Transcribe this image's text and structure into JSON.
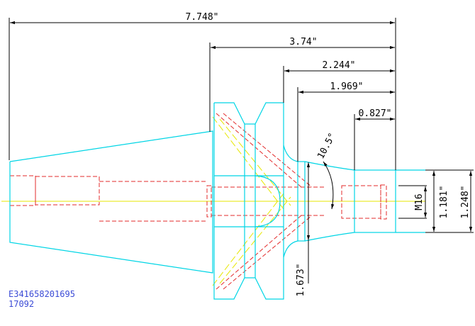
{
  "drawing": {
    "dimensions": {
      "overall_length": "7.748\"",
      "flange_to_end": "3.74\"",
      "collar_to_end": "2.244\"",
      "neck_to_end": "1.969\"",
      "nose_length": "0.827\"",
      "taper_angle": "10.5°",
      "neck_diameter": "1.673\"",
      "thread": "M16",
      "bore_diameter": "1.181\"",
      "nose_diameter": "1.248\""
    },
    "part_number": "E341658201695",
    "part_code": "17092",
    "colors": {
      "outline": "#00d5e5",
      "hidden": "#e32b2b",
      "center": "#e7e700",
      "dimension": "#000000",
      "label": "#3b4bd6"
    }
  }
}
